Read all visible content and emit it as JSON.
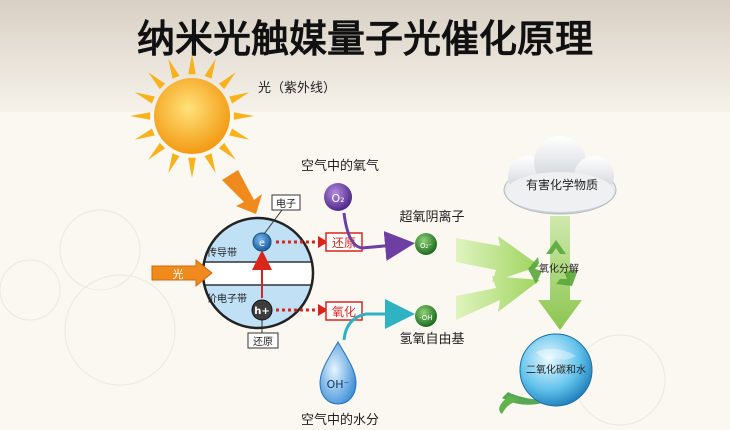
{
  "title": "纳米光触媒量子光催化原理",
  "light": {
    "label": "光（紫外线）",
    "arrow_label": "光"
  },
  "oxygen": {
    "label": "空气中的氧气",
    "symbol": "O₂"
  },
  "water": {
    "label": "空气中的水分",
    "symbol": "OH⁻"
  },
  "particle": {
    "electron_label": "电子",
    "conduction_band": "传导带",
    "valence_band": "价电子带",
    "electron_symbol": "e",
    "hole_symbol": "h+",
    "hole_tag": "还原"
  },
  "reactions": {
    "reduction": "还原",
    "oxidation": "氧化"
  },
  "products": {
    "superoxide": {
      "label": "超氧阴离子",
      "symbol": "O₂⁻"
    },
    "hydroxyl": {
      "label": "氢氧自由基",
      "symbol": "·OH"
    }
  },
  "harmful": {
    "label": "有害化学物质"
  },
  "decompose": {
    "label": "氧化分解"
  },
  "result": {
    "label": "二氧化碳和水"
  },
  "colors": {
    "title_band": "#cfc4b4",
    "sun": "#f7b21c",
    "arrow_orange": "#f08a1c",
    "red": "#d9261c",
    "band_blue": "#bfe0f5",
    "oxygen_purple": "#6e3fa2",
    "product_green": "#2f8a2f",
    "arrow_green": "#b6e07c",
    "water_blue": "#3a8ed8"
  }
}
